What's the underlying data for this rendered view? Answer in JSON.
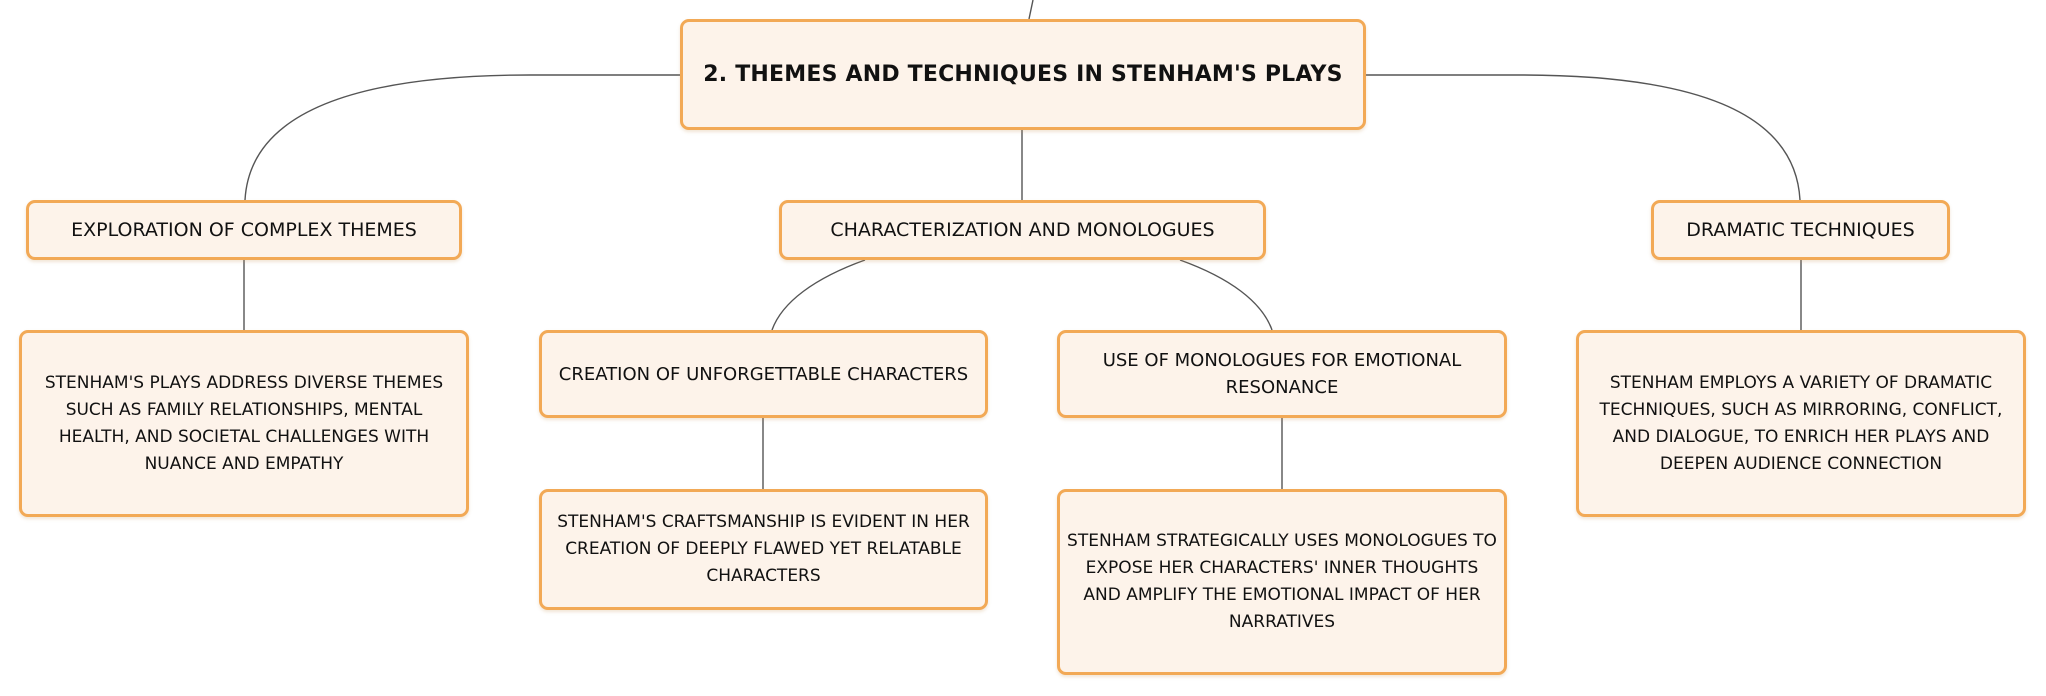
{
  "diagram": {
    "root": {
      "label": "2. THEMES AND TECHNIQUES IN STENHAM'S PLAYS"
    },
    "branches": [
      {
        "label": "EXPLORATION OF COMPLEX THEMES",
        "detail": "STENHAM'S PLAYS ADDRESS DIVERSE THEMES SUCH AS FAMILY RELATIONSHIPS, MENTAL HEALTH, AND SOCIETAL CHALLENGES WITH NUANCE AND EMPATHY"
      },
      {
        "label": "CHARACTERIZATION AND MONOLOGUES",
        "children": [
          {
            "label": "CREATION OF UNFORGETTABLE CHARACTERS",
            "detail": "STENHAM'S CRAFTSMANSHIP IS EVIDENT IN HER CREATION OF DEEPLY FLAWED YET RELATABLE CHARACTERS"
          },
          {
            "label": "USE OF MONOLOGUES FOR EMOTIONAL RESONANCE",
            "detail": "STENHAM STRATEGICALLY USES MONOLOGUES TO EXPOSE HER CHARACTERS' INNER THOUGHTS AND AMPLIFY THE EMOTIONAL IMPACT OF HER NARRATIVES"
          }
        ]
      },
      {
        "label": "DRAMATIC TECHNIQUES",
        "detail": "STENHAM EMPLOYS A VARIETY OF DRAMATIC TECHNIQUES, SUCH AS MIRRORING, CONFLICT, AND DIALOGUE, TO ENRICH HER PLAYS AND DEEPEN AUDIENCE CONNECTION"
      }
    ]
  },
  "colors": {
    "node_fill": "#fdf3ea",
    "node_border": "#f2a956",
    "connector": "#555555",
    "text": "#111111"
  }
}
